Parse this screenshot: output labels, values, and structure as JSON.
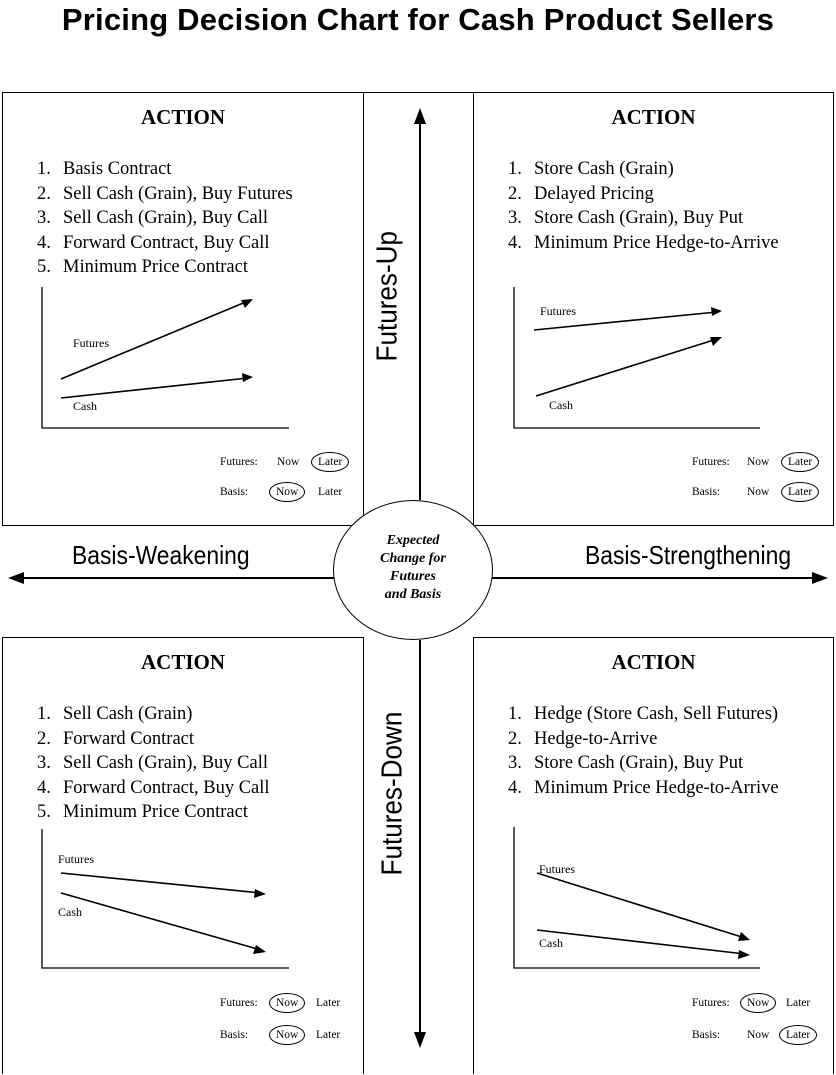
{
  "title": "Pricing Decision Chart for Cash Product Sellers",
  "center": [
    "Expected",
    "Change for",
    "Futures",
    "and Basis"
  ],
  "axes": {
    "up": "Futures-Up",
    "down": "Futures-Down",
    "left": "Basis-Weakening",
    "right": "Basis-Strengthening"
  },
  "quadrants": {
    "tl": {
      "heading": "ACTION",
      "items": [
        "Basis Contract",
        "Sell Cash (Grain), Buy Futures",
        "Sell Cash (Grain), Buy Call",
        "Forward Contract, Buy Call",
        "Minimum Price Contract"
      ],
      "line_a": "Futures",
      "line_b": "Cash",
      "futures_label": "Futures:",
      "basis_label": "Basis:",
      "now": "Now",
      "later": "Later",
      "futures_choice": "Later",
      "basis_choice": "Now"
    },
    "tr": {
      "heading": "ACTION",
      "items": [
        "Store Cash (Grain)",
        "Delayed Pricing",
        "Store Cash (Grain), Buy Put",
        "Minimum Price Hedge-to-Arrive"
      ],
      "line_a": "Futures",
      "line_b": "Cash",
      "futures_label": "Futures:",
      "basis_label": "Basis:",
      "now": "Now",
      "later": "Later",
      "futures_choice": "Later",
      "basis_choice": "Later"
    },
    "bl": {
      "heading": "ACTION",
      "items": [
        "Sell Cash (Grain)",
        "Forward Contract",
        "Sell Cash (Grain), Buy Call",
        "Forward Contract, Buy Call",
        "Minimum Price Contract"
      ],
      "line_a": "Futures",
      "line_b": "Cash",
      "futures_label": "Futures:",
      "basis_label": "Basis:",
      "now": "Now",
      "later": "Later",
      "futures_choice": "Now",
      "basis_choice": "Now"
    },
    "br": {
      "heading": "ACTION",
      "items": [
        "Hedge (Store Cash, Sell Futures)",
        "Hedge-to-Arrive",
        "Store Cash (Grain), Buy Put",
        "Minimum Price Hedge-to-Arrive"
      ],
      "line_a": "Futures",
      "line_b": "Cash",
      "futures_label": "Futures:",
      "basis_label": "Basis:",
      "now": "Now",
      "later": "Later",
      "futures_choice": "Now",
      "basis_choice": "Later"
    }
  }
}
